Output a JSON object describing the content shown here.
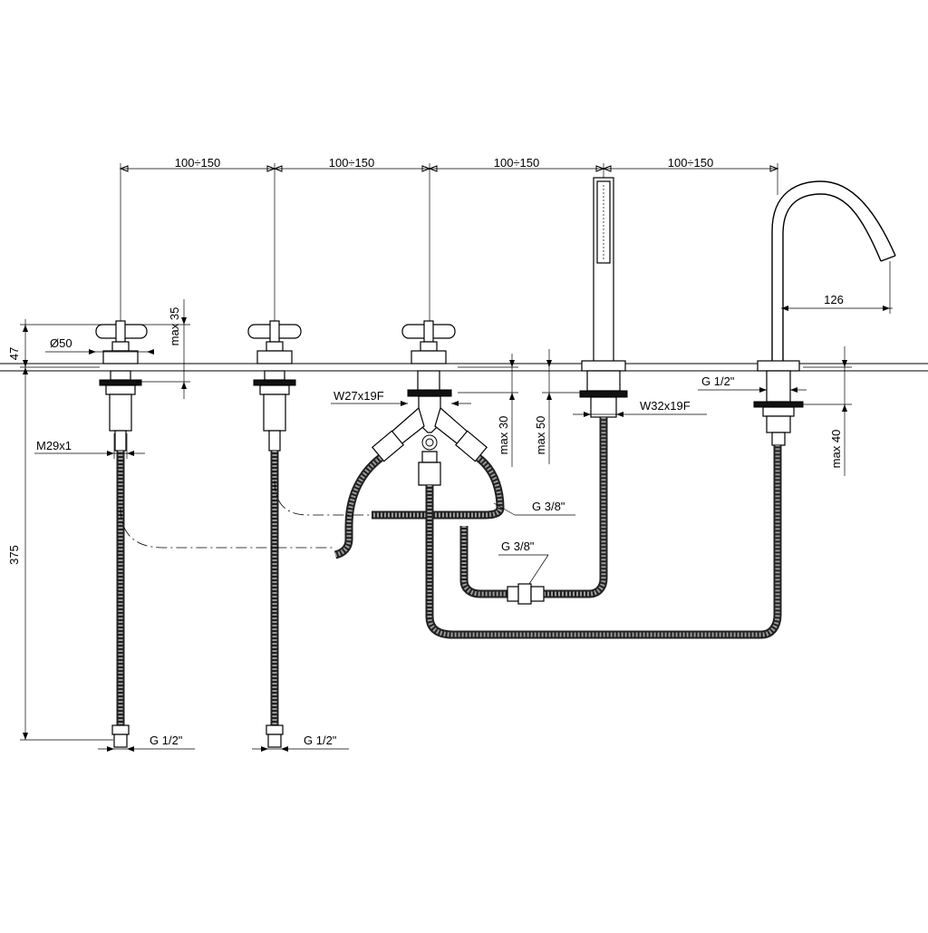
{
  "dimensions": {
    "spacing": [
      "100÷150",
      "100÷150",
      "100÷150",
      "100÷150"
    ],
    "spout_reach": "126",
    "handle_diameter": "Ø50",
    "height_above_deck": "47",
    "hose_length": "375",
    "max_35": "max 35",
    "max_30": "max 30",
    "max_50": "max 50",
    "max_40": "max 40"
  },
  "connections": {
    "m29": "M29x1",
    "w27": "W27x19F",
    "w32": "W32x19F",
    "g12_spout": "G 1/2\"",
    "g38_upper": "G 3/8\"",
    "g38_lower": "G 3/8\"",
    "g12_left": "G 1/2\"",
    "g12_mid": "G 1/2\""
  }
}
